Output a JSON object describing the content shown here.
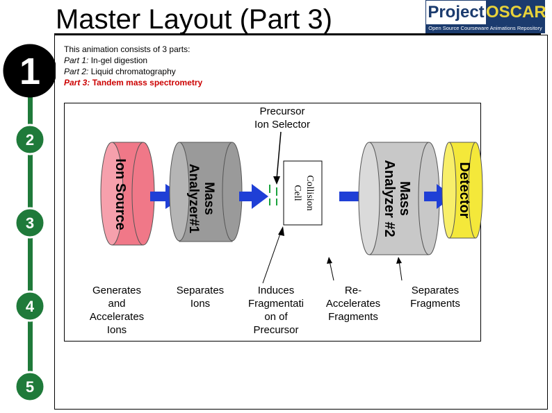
{
  "title": "Master Layout (Part 3)",
  "logo": {
    "word1": "Project",
    "word2": "OSCAR",
    "subtitle": "Open Source Courseware Animations Repository"
  },
  "intro": {
    "line1": "This animation consists of 3 parts:",
    "part1_prefix": "Part 1:",
    "part1_text": "In-gel digestion",
    "part2_prefix": "Part 2:",
    "part2_text": "Liquid chromatography",
    "part3_prefix": "Part 3:",
    "part3_text": "Tandem mass spectrometry"
  },
  "nav_steps": [
    "1",
    "2",
    "3",
    "4",
    "5"
  ],
  "precursor_label": [
    "Precursor",
    "Ion Selector"
  ],
  "components": {
    "ion_source": "Ion Source",
    "mass_analyzer1": [
      "Mass",
      "Analyzer#1"
    ],
    "collision_cell": [
      "Collision",
      "Cell"
    ],
    "mass_analyzer2": [
      "Mass",
      "Analyzer #2"
    ],
    "detector": "Detector"
  },
  "captions": {
    "ion_source": [
      "Generates",
      "and",
      "Accelerates",
      "Ions"
    ],
    "mass_analyzer1": [
      "Separates",
      "Ions"
    ],
    "collision_cell": [
      "Induces",
      "Fragmentati",
      "on of",
      "Precursor"
    ],
    "reaccelerate": [
      "Re-",
      "Accelerates",
      "Fragments"
    ],
    "detector": [
      "Separates",
      "Fragments"
    ]
  },
  "colors": {
    "ion_source": "#f07888",
    "analyzer1": "#9a9a9a",
    "analyzer2": "#c8c8c8",
    "detector": "#f4e83a",
    "arrow": "#1f3fd6",
    "nav_line": "#1f7a3a",
    "nav_circle": "#000000",
    "highlight": "#cc0000"
  }
}
